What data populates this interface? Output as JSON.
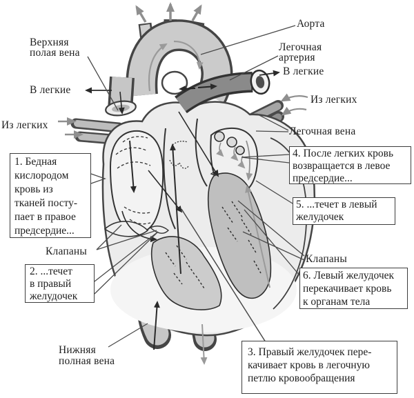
{
  "labels": {
    "superior_vena_cava": "Верхняя\nполая вена",
    "to_lungs_left": "В легкие",
    "from_lungs_left": "Из легких",
    "aorta": "Аорта",
    "pulmonary_artery": "Легочная\nартерия",
    "to_lungs_right": "В легкие",
    "from_lungs_right": "Из легких",
    "pulmonary_vein": "Легочная вена",
    "valves_left": "Клапаны",
    "valves_right": "Клапаны",
    "inferior_vena_cava": "Нижняя\nполная вена"
  },
  "steps": {
    "step1": "1. Бедная\nкислородом\nкровь из\nтканей посту-\nпает в правое\nпредсердие...",
    "step2": "2. ...течет\nв правый\nжелудочек",
    "step3": "3. Правый желудочек пере-\nкачивает кровь в легочную\nпетлю кровообращения",
    "step4": "4. После легких кровь\nвозвращается в левое\nпредсердие...",
    "step5": "5. ...течет в левый\nжелудочек",
    "step6": "6. Левый желудочек\nперекачивает кровь\nк органам тела"
  },
  "colors": {
    "ink": "#2a2a2a",
    "outline": "#454545",
    "leader_line": "#4a4a4a",
    "vessel_light": "#c9c9c9",
    "vessel_dark": "#8a8a8a",
    "flow_arrow_gray": "#8f8f8f",
    "background": "#ffffff"
  }
}
